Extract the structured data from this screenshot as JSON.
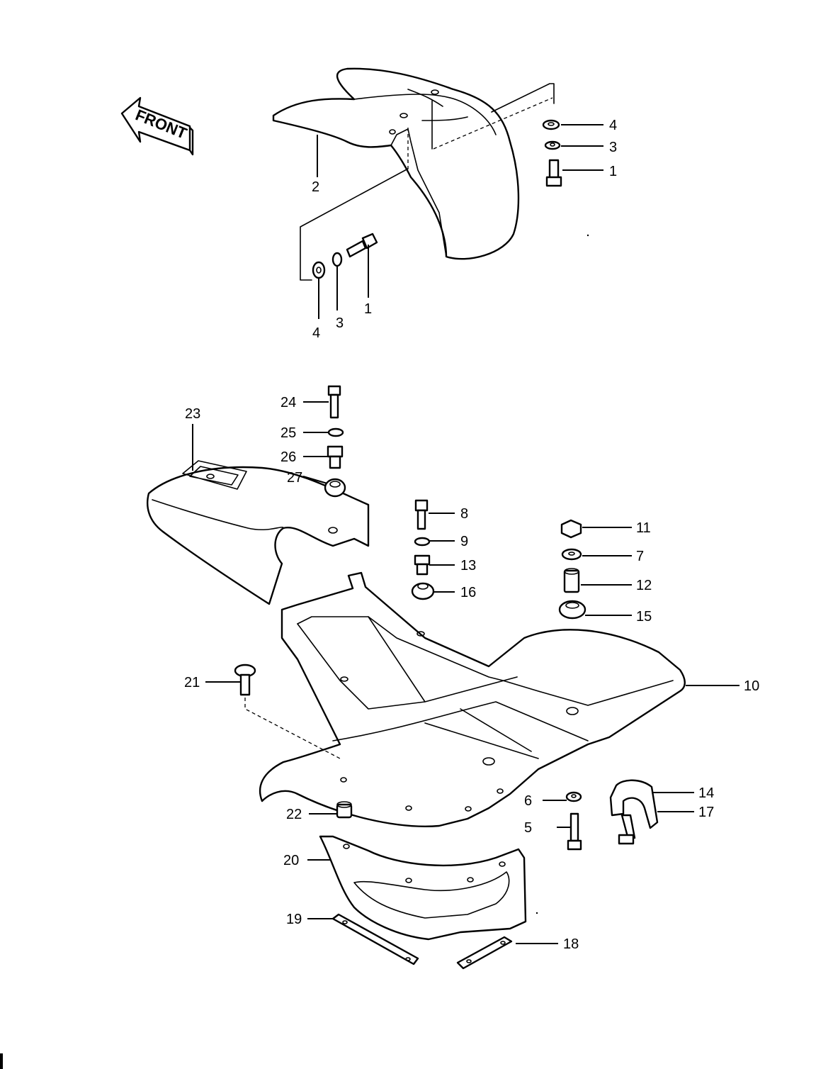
{
  "diagram": {
    "front_label": "FRONT",
    "callouts": {
      "c1a": "1",
      "c3a": "3",
      "c4a": "4",
      "c2": "2",
      "c4b": "4",
      "c3b": "3",
      "c1b": "1",
      "c24": "24",
      "c25": "25",
      "c26": "26",
      "c27": "27",
      "c23": "23",
      "c8": "8",
      "c9": "9",
      "c13": "13",
      "c16": "16",
      "c11": "11",
      "c7": "7",
      "c12": "12",
      "c15": "15",
      "c10": "10",
      "c21": "21",
      "c22": "22",
      "c6": "6",
      "c5": "5",
      "c14": "14",
      "c17": "17",
      "c20": "20",
      "c19": "19",
      "c18": "18"
    }
  }
}
